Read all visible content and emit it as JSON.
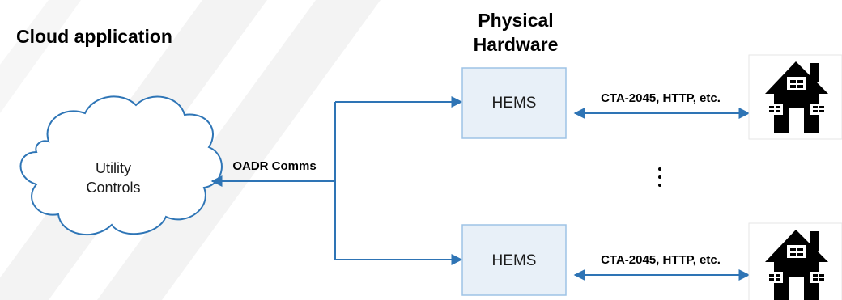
{
  "section_titles": {
    "cloud": "Cloud application",
    "hardware_line1": "Physical",
    "hardware_line2": "Hardware"
  },
  "cloud": {
    "label_line1": "Utility",
    "label_line2": "Controls"
  },
  "connections": {
    "oadr": "OADR Comms",
    "home_link_top": "CTA-2045, HTTP, etc.",
    "home_link_bottom": "CTA-2045, HTTP, etc."
  },
  "devices": {
    "top": "HEMS",
    "bottom": "HEMS"
  },
  "ellipsis": "⋮",
  "icons": [
    "cloud-shape",
    "house-icon"
  ],
  "colors": {
    "arrow_blue": "#2e74b5",
    "cloud_outline": "#2e75b6",
    "box_fill": "#e8f0f8",
    "box_border": "#9dc3e6",
    "watermark": "#f2f2f2"
  }
}
